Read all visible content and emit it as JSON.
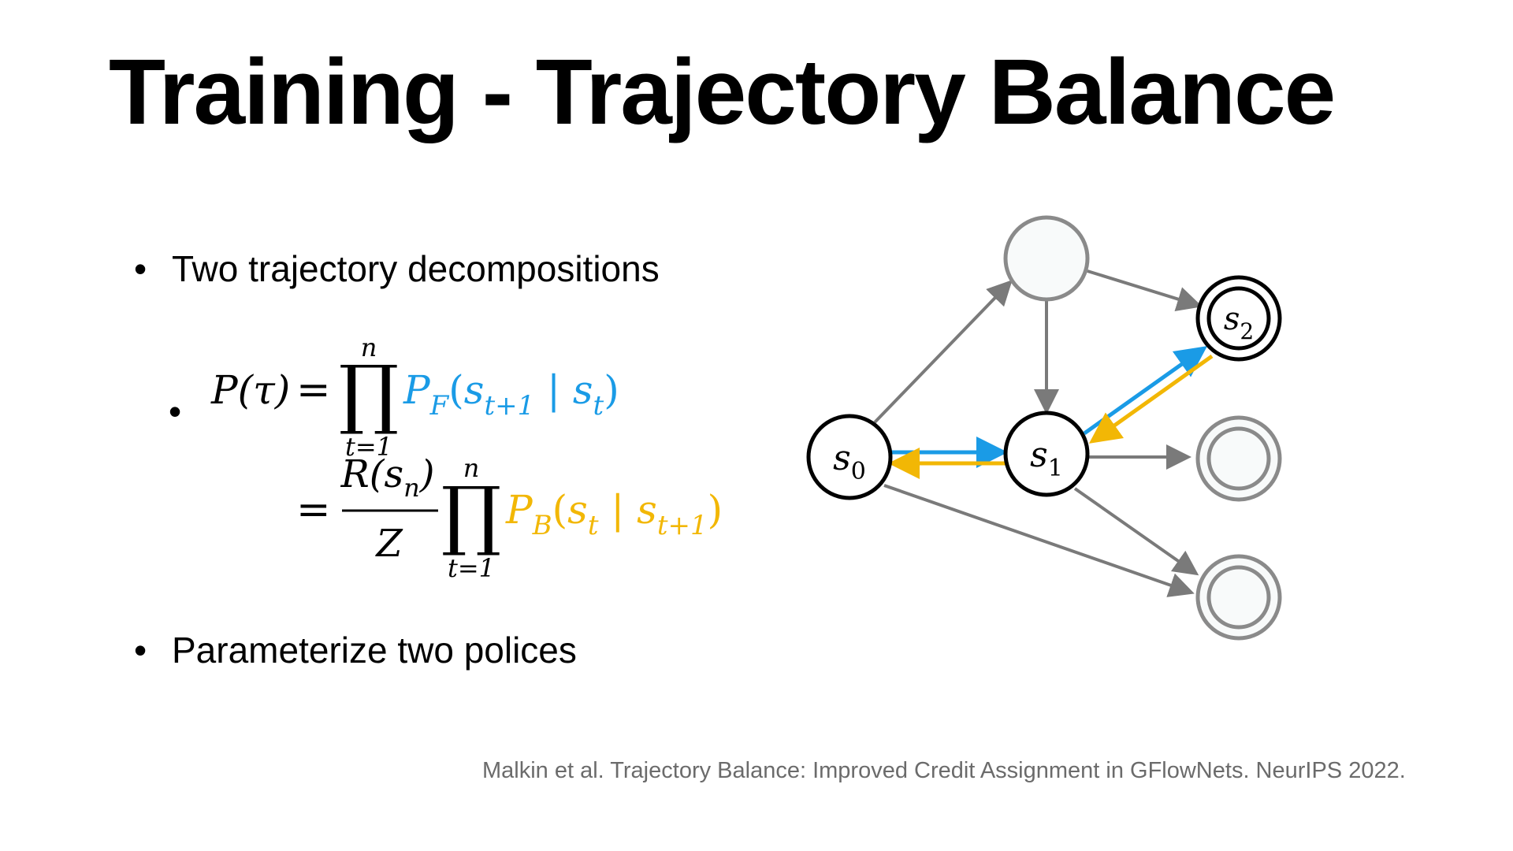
{
  "slide": {
    "title": "Training - Trajectory Balance",
    "bullets": [
      "Two trajectory decompositions",
      "Parameterize two polices"
    ],
    "citation": "Malkin et al. Trajectory Balance: Improved Credit Assignment in GFlowNets. NeurIPS 2022."
  },
  "formula": {
    "lhs": "P(τ)",
    "eq": "=",
    "prod_upper": "n",
    "prod_lower": "t=1",
    "forward_term": "P_F(s_{t+1} | s_t)",
    "reward_numerator": "R(s_n)",
    "reward_denominator": "Z",
    "backward_term": "P_B(s_t | s_{t+1})"
  },
  "diagram": {
    "nodes": {
      "s0": "s0",
      "s1": "s1",
      "s2": "s2"
    }
  },
  "colors": {
    "forward": "#1a9be6",
    "backward": "#f2b705",
    "edge_gray": "#7a7a7a",
    "node_gray": "#8a8a8a",
    "citation": "#6b6b6b"
  }
}
